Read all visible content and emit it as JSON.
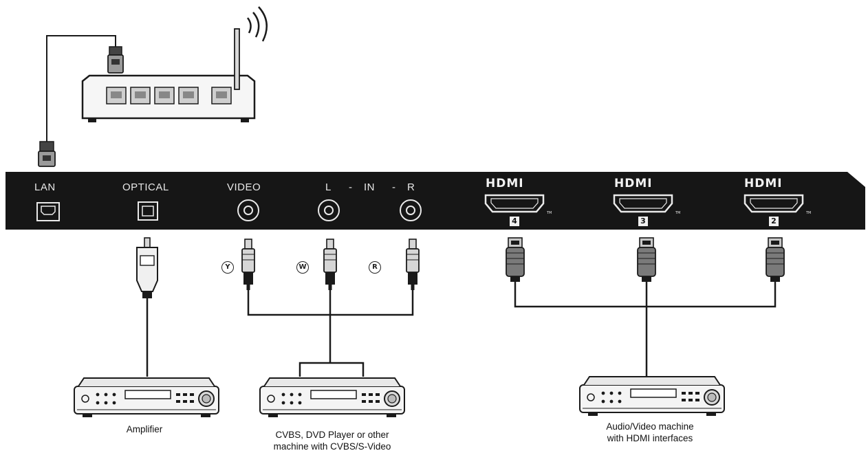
{
  "panel": {
    "lan_label": "LAN",
    "optical_label": "OPTICAL",
    "video_label": "VIDEO",
    "l_label": "L",
    "in_label": "IN",
    "r_label": "R",
    "dash": "-",
    "hdmi_logo": "HDMI",
    "hdmi_ports": [
      "4",
      "3",
      "2"
    ]
  },
  "cable_markers": {
    "yellow": "Y",
    "white": "W",
    "red": "R"
  },
  "devices": {
    "amplifier": "Amplifier",
    "cvbs_line1": "CVBS, DVD Player or other",
    "cvbs_line2": "machine with CVBS/S-Video",
    "av_line1": "Audio/Video machine",
    "av_line2": "with HDMI interfaces"
  },
  "colors": {
    "panel": "#161616",
    "stroke": "#1a1a1a",
    "plug": "#7a7a7a"
  }
}
